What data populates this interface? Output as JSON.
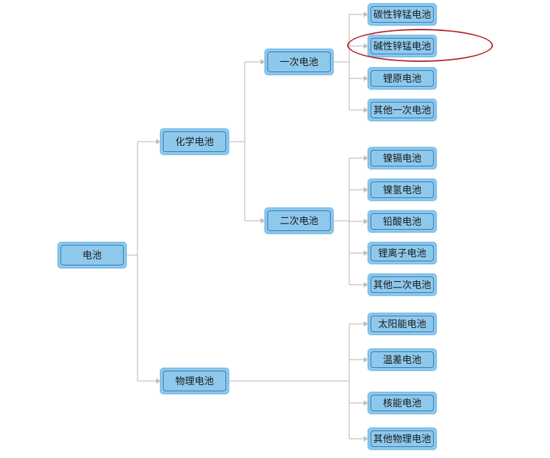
{
  "colors": {
    "node_fill": "#8ec9ec",
    "node_inner_border": "#2f74b8",
    "connector": "#bfbfbf",
    "highlight": "#b3262a"
  },
  "tree": {
    "root": {
      "label": "电池"
    },
    "chemical": {
      "label": "化学电池"
    },
    "physical": {
      "label": "物理电池"
    },
    "primary": {
      "label": "一次电池"
    },
    "secondary": {
      "label": "二次电池"
    },
    "primary_items": [
      "碳性锌锰电池",
      "碱性锌锰电池",
      "锂原电池",
      "其他一次电池"
    ],
    "secondary_items": [
      "镍镉电池",
      "镍氢电池",
      "铅酸电池",
      "锂离子电池",
      "其他二次电池"
    ],
    "physical_items": [
      "太阳能电池",
      "温差电池",
      "核能电池",
      "其他物理电池"
    ],
    "highlighted_item": "碱性锌锰电池"
  }
}
